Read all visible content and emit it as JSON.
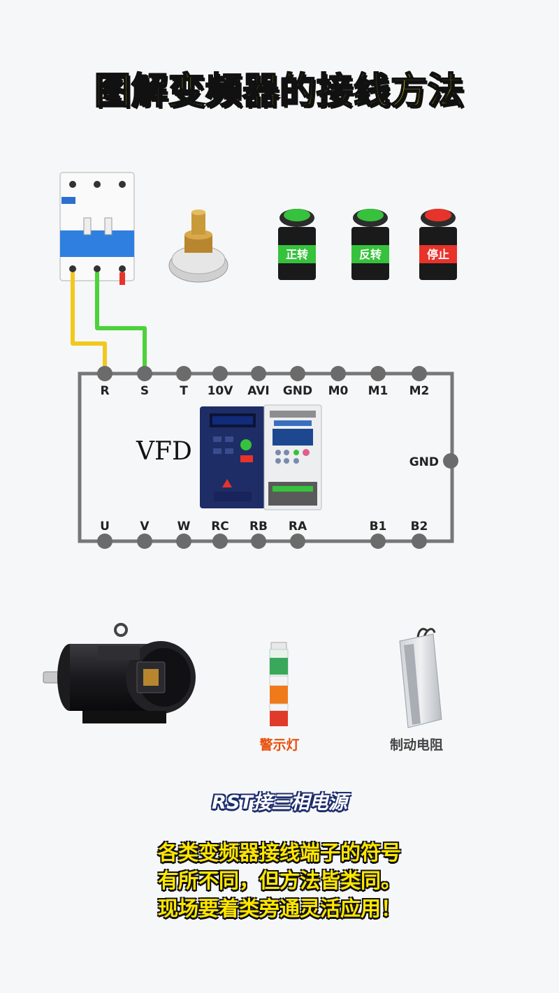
{
  "title": "图解变频器的接线方法",
  "buttons": [
    {
      "label": "正转",
      "color": "#36c23c"
    },
    {
      "label": "反转",
      "color": "#36c23c"
    },
    {
      "label": "停止",
      "color": "#e8332b"
    }
  ],
  "vfd": {
    "label": "VFD",
    "top_terminals": [
      "R",
      "S",
      "T",
      "10V",
      "AVI",
      "GND",
      "M0",
      "M1",
      "M2"
    ],
    "side_terminal": "GND",
    "bottom_terminals": [
      "U",
      "V",
      "W",
      "RC",
      "RB",
      "RA",
      "B1",
      "B2"
    ]
  },
  "wires": [
    {
      "from": "breaker-pole-1",
      "to": "R",
      "color": "#f2c81e"
    },
    {
      "from": "breaker-pole-2",
      "to": "S",
      "color": "#4cd23a"
    }
  ],
  "devices": {
    "warning_light_label": "警示灯",
    "brake_resistor_label": "制动电阻"
  },
  "subtitle": "RST接三相电源",
  "caption_lines": [
    "各类变频器接线端子的符号",
    "有所不同，但方法皆类同。",
    "现场要着类旁通灵活应用！"
  ]
}
